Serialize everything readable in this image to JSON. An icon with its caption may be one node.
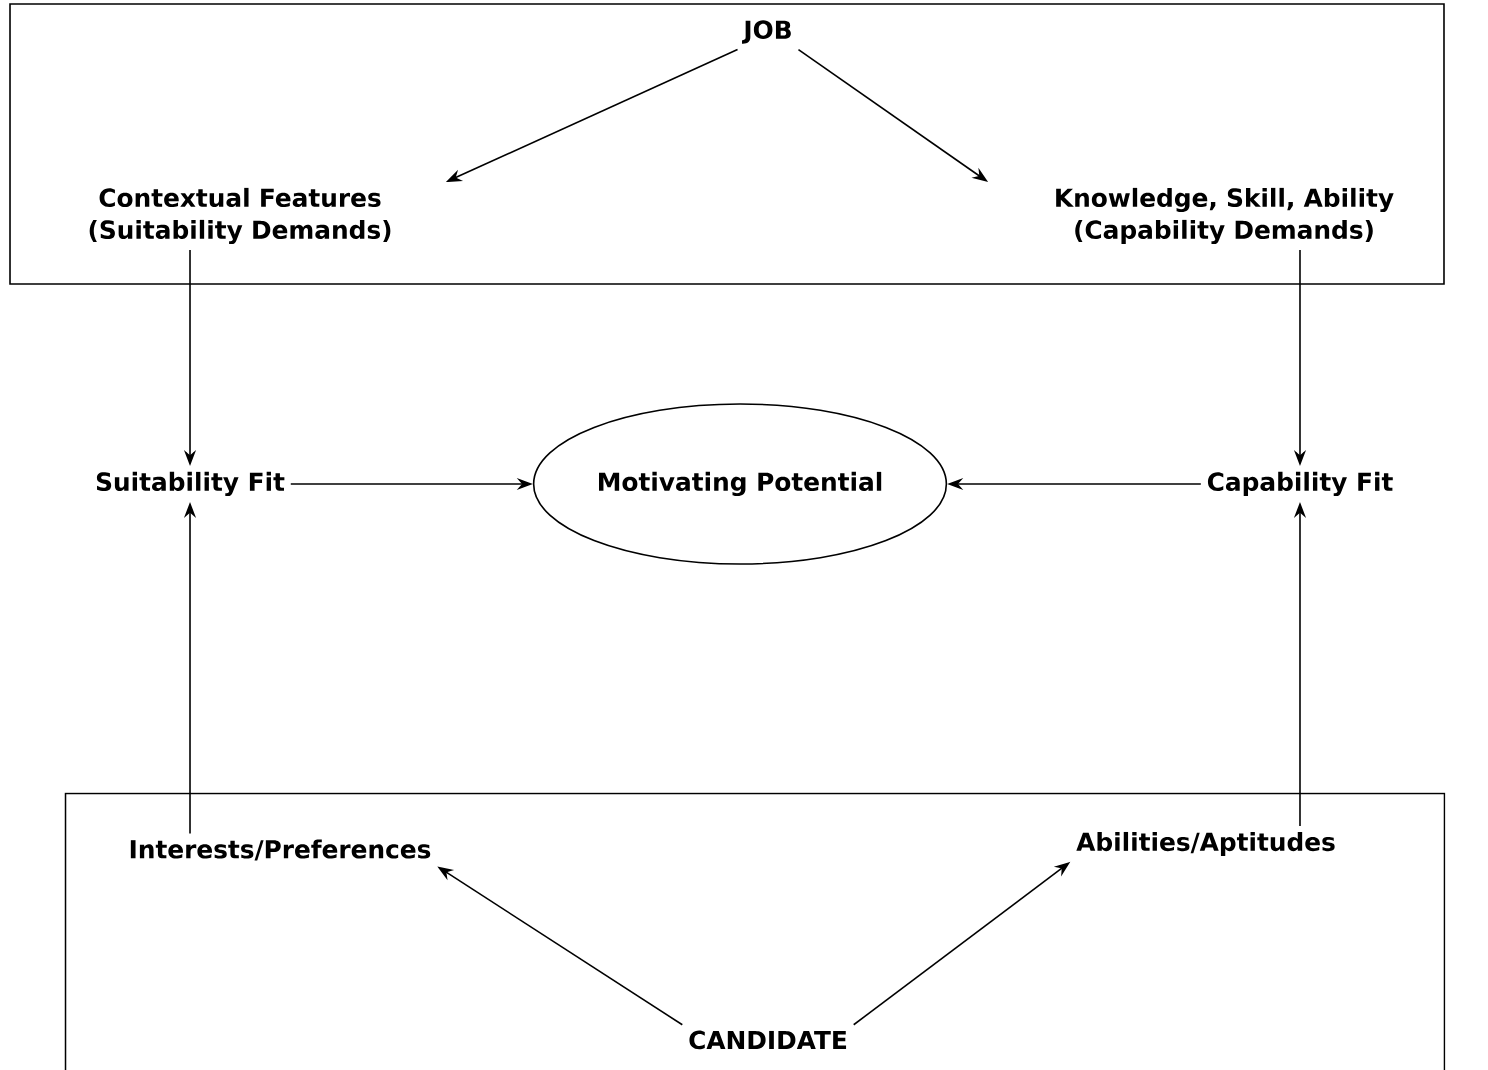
{
  "diagram": {
    "nodes": [
      {
        "text": [],
        "shape": "box"
      },
      {
        "text": [
          "JOB"
        ],
        "in": 0
      },
      {
        "text": [
          "Contextual Features (Suitability Demands)"
        ],
        "in": 0
      },
      {
        "text": [
          "Knowledge, Skill, Ability (Capability Demands)"
        ],
        "in": 0
      },
      {
        "text": [
          "Suitability Fit"
        ]
      },
      {
        "text": [
          "Motivating Potential"
        ]
      },
      {
        "text": [
          "Capability Fit"
        ]
      },
      {
        "text": [],
        "shape": "box"
      },
      {
        "text": [
          "Interests/Preferences"
        ],
        "in": 7
      },
      {
        "text": [
          "Abilities/Aptitudes"
        ],
        "in": 7
      },
      {
        "text": [
          "CANDIDATE"
        ],
        "in": 7
      }
    ],
    "edges": [
      {
        "from": 1,
        "to": 2,
        "arrow": "to"
      },
      {
        "from": 1,
        "to": 3,
        "arrow": "to"
      },
      {
        "from": 2,
        "to": 4,
        "arrow": "to"
      },
      {
        "from": 3,
        "to": 6,
        "arrow": "to"
      },
      {
        "from": 4,
        "to": 5,
        "arrow": "to"
      },
      {
        "from": 6,
        "to": 5,
        "arrow": "to"
      },
      {
        "from": 8,
        "to": 4,
        "arrow": "to"
      },
      {
        "from": 9,
        "to": 6,
        "arrow": "to"
      },
      {
        "from": 10,
        "to": 8,
        "arrow": "to"
      },
      {
        "from": 10,
        "to": 9,
        "arrow": "to"
      }
    ]
  }
}
